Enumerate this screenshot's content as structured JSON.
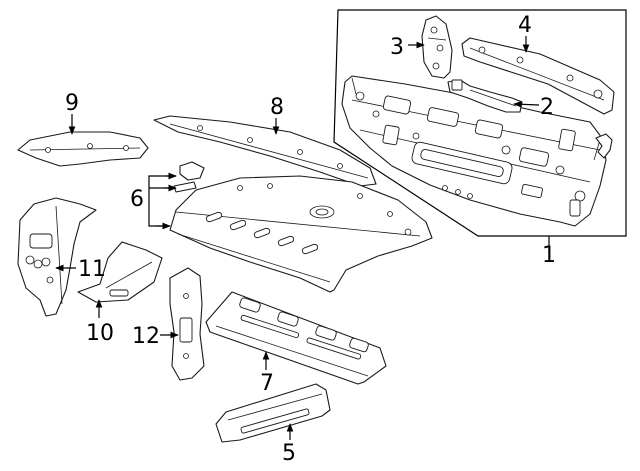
{
  "callouts": {
    "p1": "1",
    "p2": "2",
    "p3": "3",
    "p4": "4",
    "p5": "5",
    "p6": "6",
    "p7": "7",
    "p8": "8",
    "p9": "9",
    "p10": "10",
    "p11": "11",
    "p12": "12"
  },
  "colors": {
    "line": "#1a1a1a",
    "background": "#ffffff"
  }
}
